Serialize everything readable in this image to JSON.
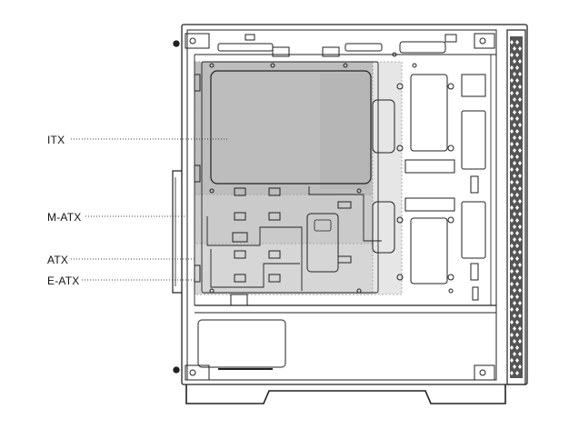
{
  "labels": {
    "itx": "ITX",
    "matx": "M-ATX",
    "atx": "ATX",
    "eatx": "E-ATX"
  },
  "colors": {
    "line": "#222222",
    "itx_fill": "#bcbcbc",
    "matx_fill": "#c8c8c8",
    "atx_fill": "#d2d2d2",
    "eatx_fill": "#e4e4e4"
  }
}
